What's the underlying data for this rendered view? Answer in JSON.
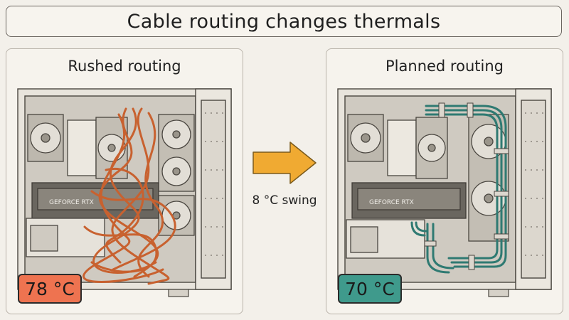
{
  "title": "Cable routing changes thermals",
  "left_panel": {
    "label": "Rushed routing",
    "temperature": "78 °C",
    "gpu_label": "GEFORCE RTX"
  },
  "right_panel": {
    "label": "Planned routing",
    "temperature": "70 °C",
    "gpu_label": "GEFORCE RTX"
  },
  "comparison": {
    "swing_label": "8 °C swing"
  },
  "colors": {
    "hot": "#ee7350",
    "cool": "#3f9a8c",
    "arrow": "#f0aa32",
    "rushed_cable": "#c8612f",
    "planned_cable": "#2f7a72"
  }
}
